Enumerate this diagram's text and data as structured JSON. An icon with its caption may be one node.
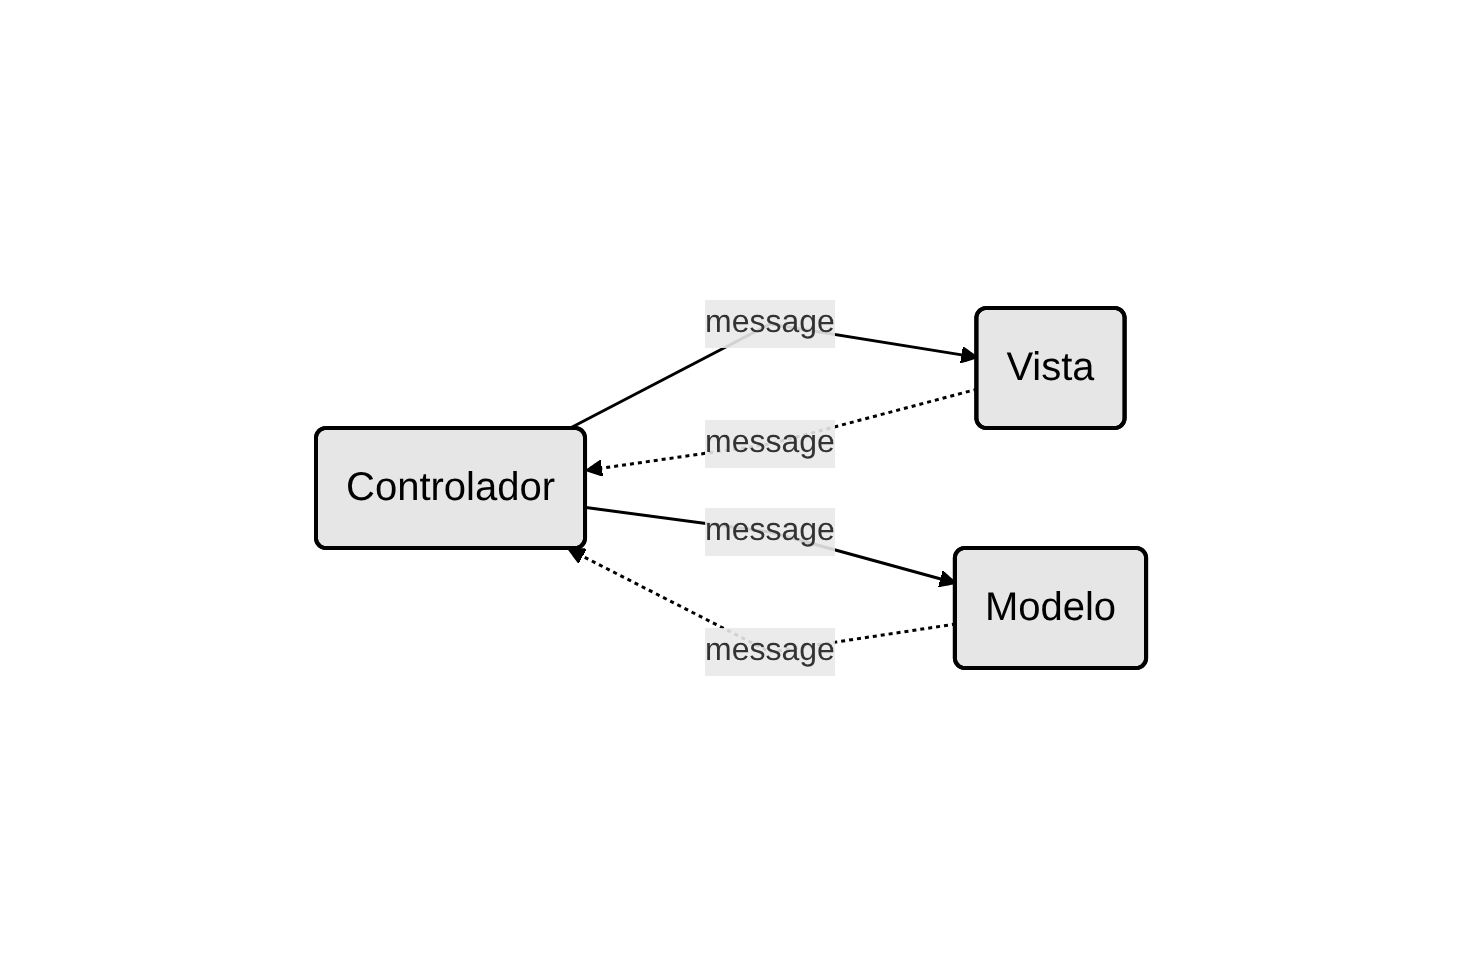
{
  "diagram": {
    "nodes": [
      {
        "text": [
          "Controlador"
        ]
      },
      {
        "text": [
          "Vista"
        ]
      },
      {
        "text": [
          "Modelo"
        ]
      }
    ],
    "edges": [
      {
        "from": 0,
        "to": 1,
        "arrow": "to",
        "label": "message"
      },
      {
        "from": 1,
        "to": 0,
        "arrow": "to",
        "label": "message",
        "style": "dashed"
      },
      {
        "from": 2,
        "to": 0,
        "arrow": "to",
        "label": "message",
        "style": "dashed"
      },
      {
        "from": 0,
        "to": 2,
        "arrow": "to",
        "label": "message"
      }
    ]
  }
}
